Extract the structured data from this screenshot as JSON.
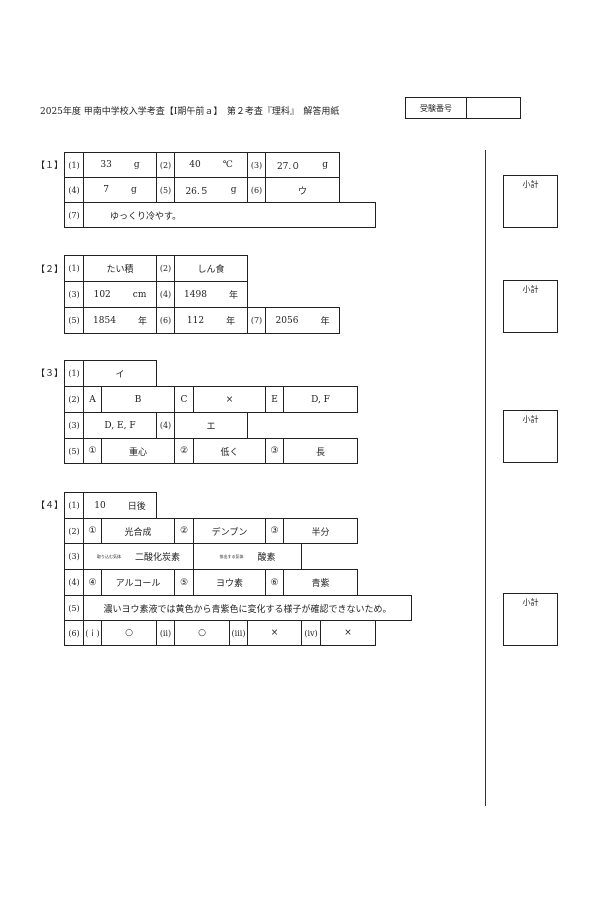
{
  "header": {
    "title": "2025年度 甲南中学校入学考査【Ⅰ期午前ａ】　第２考査『理科』　解答用紙",
    "exam_number_label": "受験番号",
    "exam_number_value": ""
  },
  "q1": {
    "label": "【１】",
    "n1": "(1)",
    "a1": "33",
    "u1": "g",
    "n2": "(2)",
    "a2": "40",
    "u2": "℃",
    "n3": "(3)",
    "a3": "27.０",
    "u3": "g",
    "n4": "(4)",
    "a4": "7",
    "u4": "g",
    "n5": "(5)",
    "a5": "26.５",
    "u5": "g",
    "n6": "(6)",
    "a6": "ウ",
    "n7": "(7)",
    "a7": "ゆっくり冷やす。"
  },
  "q2": {
    "label": "【２】",
    "n1": "(1)",
    "a1": "たい積",
    "n2": "(2)",
    "a2": "しん食",
    "n3": "(3)",
    "a3": "102",
    "u3": "cm",
    "n4": "(4)",
    "a4": "1498",
    "u4": "年",
    "n5": "(5)",
    "a5": "1854",
    "u5": "年",
    "n6": "(6)",
    "a6": "112",
    "u6": "年",
    "n7": "(7)",
    "a7": "2056",
    "u7": "年"
  },
  "q3": {
    "label": "【３】",
    "n1": "(1)",
    "a1": "イ",
    "n2": "(2)",
    "A": "A",
    "aA": "B",
    "C": "C",
    "aC": "×",
    "E": "E",
    "aE": "D, F",
    "n3": "(3)",
    "a3": "D, E, F",
    "n4": "(4)",
    "a4": "エ",
    "n5": "(5)",
    "c1": "①",
    "a5_1": "重心",
    "c2": "②",
    "a5_2": "低く",
    "c3": "③",
    "a5_3": "長"
  },
  "q4": {
    "label": "【４】",
    "n1": "(1)",
    "a1": "10",
    "u1": "日後",
    "n2": "(2)",
    "c1": "①",
    "a2_1": "光合成",
    "c2": "②",
    "a2_2": "デンプン",
    "c3": "③",
    "a2_3": "半分",
    "n3": "(3)",
    "in_label": "取り込む気体",
    "a3_in": "二酸化炭素",
    "out_label": "排出する気体",
    "a3_out": "酸素",
    "n4": "(4)",
    "c4": "④",
    "a4_4": "アルコール",
    "c5": "⑤",
    "a4_5": "ヨウ素",
    "c6": "⑥",
    "a4_6": "青紫",
    "n5": "(5)",
    "a5": "濃いヨウ素液では黄色から青紫色に変化する様子が確認できないため。",
    "n6": "(6)",
    "r1": "(ｉ)",
    "a6_1": "○",
    "r2": "(ⅱ)",
    "a6_2": "○",
    "r3": "(ⅲ)",
    "a6_3": "×",
    "r4": "(ⅳ)",
    "a6_4": "×"
  },
  "subtotals": [
    "小計",
    "小計",
    "小計",
    "小計"
  ]
}
